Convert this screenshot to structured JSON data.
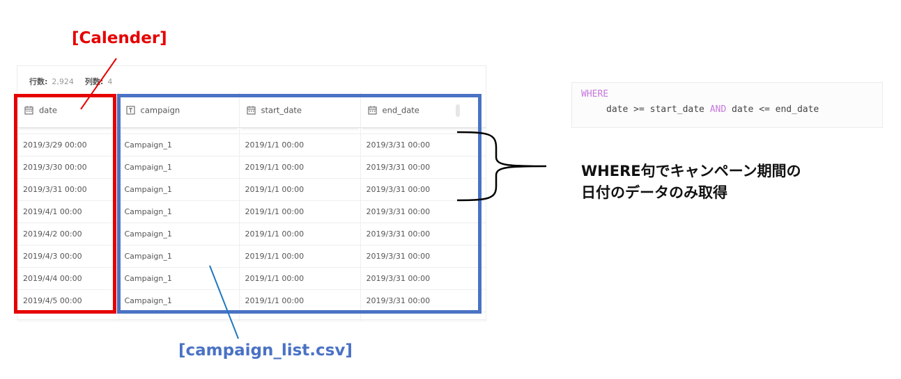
{
  "table": {
    "meta": {
      "rows_label": "行数:",
      "rows_value": "2,924",
      "cols_label": "列数:",
      "cols_value": "4"
    },
    "columns": [
      {
        "name": "date",
        "type_icon": "calendar-icon"
      },
      {
        "name": "campaign",
        "type_icon": "text-type-icon"
      },
      {
        "name": "start_date",
        "type_icon": "calendar-icon"
      },
      {
        "name": "end_date",
        "type_icon": "calendar-icon"
      }
    ],
    "rows": [
      [
        "2019/3/29 00:00",
        "Campaign_1",
        "2019/1/1 00:00",
        "2019/3/31 00:00"
      ],
      [
        "2019/3/30 00:00",
        "Campaign_1",
        "2019/1/1 00:00",
        "2019/3/31 00:00"
      ],
      [
        "2019/3/31 00:00",
        "Campaign_1",
        "2019/1/1 00:00",
        "2019/3/31 00:00"
      ],
      [
        "2019/4/1 00:00",
        "Campaign_1",
        "2019/1/1 00:00",
        "2019/3/31 00:00"
      ],
      [
        "2019/4/2 00:00",
        "Campaign_1",
        "2019/1/1 00:00",
        "2019/3/31 00:00"
      ],
      [
        "2019/4/3 00:00",
        "Campaign_1",
        "2019/1/1 00:00",
        "2019/3/31 00:00"
      ],
      [
        "2019/4/4 00:00",
        "Campaign_1",
        "2019/1/1 00:00",
        "2019/3/31 00:00"
      ],
      [
        "2019/4/5 00:00",
        "Campaign_1",
        "2019/1/1 00:00",
        "2019/3/31 00:00"
      ]
    ]
  },
  "annotations": {
    "calender_label": "[Calender]",
    "campaign_label": "[campaign_list.csv]",
    "caption_line1": "WHERE句でキャンペーン期間の",
    "caption_line2": "日付のデータのみ取得",
    "red": "#e60000",
    "blue": "#4a72c4"
  },
  "sql": {
    "keyword_where": "WHERE",
    "cond_part1": "date >= start_date ",
    "keyword_and": "AND",
    "cond_part2": " date <= end_date"
  }
}
